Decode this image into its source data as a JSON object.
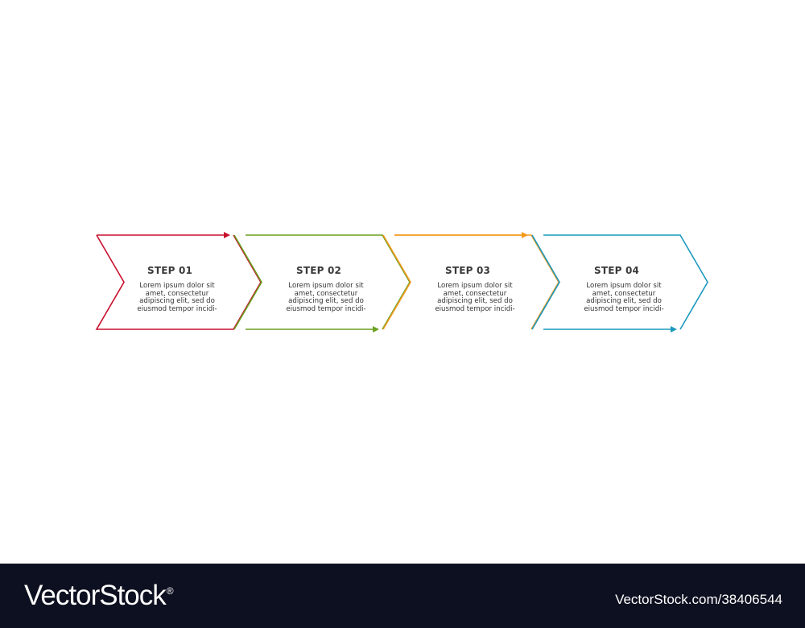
{
  "diagram": {
    "steps": [
      {
        "title": "STEP 01",
        "text": "Lorem ipsum dolor sit\namet, consectetur\nadipiscing elit, sed do\neiusmod tempor incidi-",
        "color": "#c8102e"
      },
      {
        "title": "STEP 02",
        "text": "Lorem ipsum dolor sit\namet, consectetur\nadipiscing elit, sed do\neiusmod tempor incidi-",
        "color": "#6aa121"
      },
      {
        "title": "STEP 03",
        "text": "Lorem ipsum dolor sit\namet, consectetur\nadipiscing elit, sed do\neiusmod tempor incidi-",
        "color": "#f39a1e"
      },
      {
        "title": "STEP 04",
        "text": "Lorem ipsum dolor sit\namet, consectetur\nadipiscing elit, sed do\neiusmod tempor incidi-",
        "color": "#1c98bd"
      }
    ]
  },
  "watermark": {
    "brand": "VectorStock",
    "registered": "®",
    "image_id": "VectorStock.com/38406544"
  }
}
